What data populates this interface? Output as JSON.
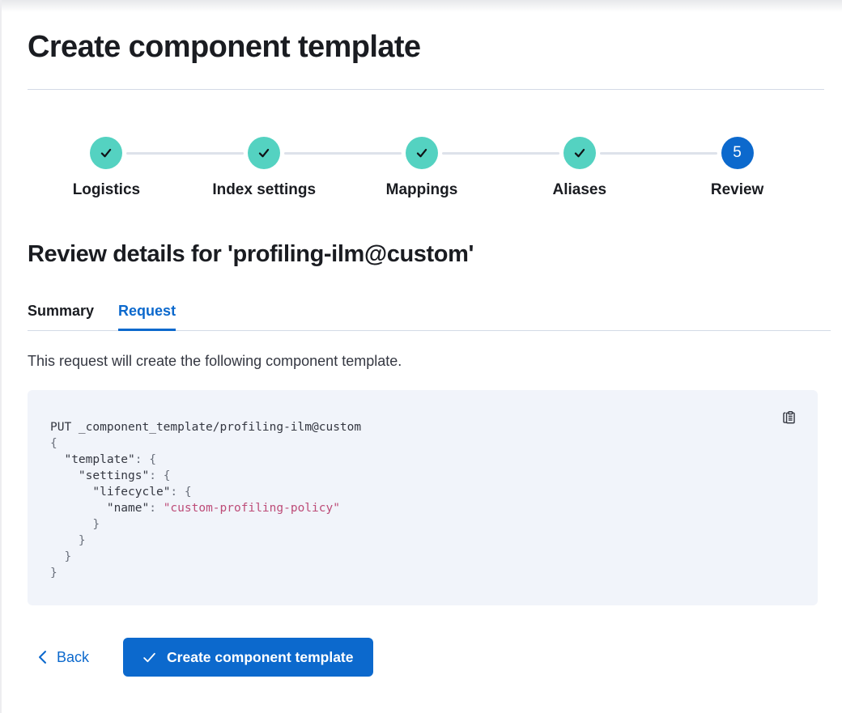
{
  "page": {
    "title": "Create component template"
  },
  "stepper": {
    "steps": [
      {
        "label": "Logistics",
        "status": "complete"
      },
      {
        "label": "Index settings",
        "status": "complete"
      },
      {
        "label": "Mappings",
        "status": "complete"
      },
      {
        "label": "Aliases",
        "status": "complete"
      },
      {
        "label": "Review",
        "status": "current",
        "number": "5"
      }
    ]
  },
  "review": {
    "heading": "Review details for 'profiling-ilm@custom'",
    "tabs": [
      {
        "label": "Summary",
        "active": false
      },
      {
        "label": "Request",
        "active": true
      }
    ],
    "description": "This request will create the following component template."
  },
  "code": {
    "copy_icon": "copy-clipboard-icon",
    "lines": [
      [
        {
          "t": "PUT _component_template/profiling-ilm@custom",
          "c": "plain"
        }
      ],
      [
        {
          "t": "{",
          "c": "pun"
        }
      ],
      [
        {
          "t": "  ",
          "c": "pun"
        },
        {
          "t": "\"template\"",
          "c": "key"
        },
        {
          "t": ": {",
          "c": "pun"
        }
      ],
      [
        {
          "t": "    ",
          "c": "pun"
        },
        {
          "t": "\"settings\"",
          "c": "key"
        },
        {
          "t": ": {",
          "c": "pun"
        }
      ],
      [
        {
          "t": "      ",
          "c": "pun"
        },
        {
          "t": "\"lifecycle\"",
          "c": "key"
        },
        {
          "t": ": {",
          "c": "pun"
        }
      ],
      [
        {
          "t": "        ",
          "c": "pun"
        },
        {
          "t": "\"name\"",
          "c": "key"
        },
        {
          "t": ": ",
          "c": "pun"
        },
        {
          "t": "\"custom-profiling-policy\"",
          "c": "str"
        }
      ],
      [
        {
          "t": "      }",
          "c": "pun"
        }
      ],
      [
        {
          "t": "    }",
          "c": "pun"
        }
      ],
      [
        {
          "t": "  }",
          "c": "pun"
        }
      ],
      [
        {
          "t": "}",
          "c": "pun"
        }
      ]
    ]
  },
  "footer": {
    "back_icon": "chevron-left-icon",
    "back_label": "Back",
    "submit_icon": "check-icon",
    "submit_label": "Create component template"
  },
  "colors": {
    "primary_blue": "#0c69cd",
    "step_complete_teal": "#54d2c1",
    "step_check": "#101418",
    "heading_text": "#1a1c21",
    "body_text": "#343741",
    "divider": "#d3dae6",
    "code_background": "#f1f4fa",
    "code_string": "#bd4c78",
    "code_punctuation": "#6a707c"
  }
}
